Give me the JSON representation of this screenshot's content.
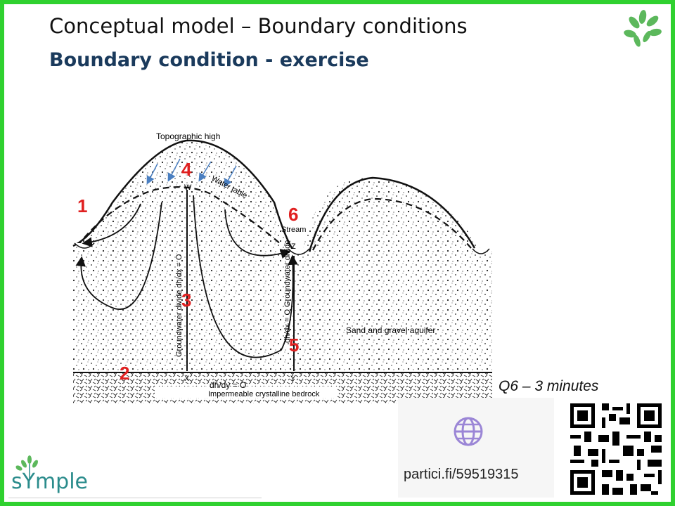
{
  "slide": {
    "title": "Conceptual model – Boundary conditions",
    "subtitle": "Boundary condition - exercise"
  },
  "figure": {
    "labels": {
      "topographic_high": "Topographic high",
      "water_table": "Water table",
      "stream": "Stream",
      "groundwater_divide_left": "Groundwater divide dh/dx = O",
      "groundwater_divide_right": "dh/dx = O Groundwater divide",
      "bottom_boundary": "dh/dy = O",
      "sand_gravel": "Sand and gravel aquifer",
      "bedrock": "Impermeable crystalline bedrock",
      "point_w": "W",
      "point_x": "X",
      "point_y": "Y",
      "point_z": "Z"
    },
    "markers": [
      "1",
      "2",
      "3",
      "4",
      "5",
      "6"
    ]
  },
  "question": {
    "label": "Q6 – 3 minutes"
  },
  "participation": {
    "url": "partici.fi/59519315"
  },
  "branding": {
    "logo_text": "sYmple"
  },
  "colors": {
    "border": "#2fd12f",
    "subtitle": "#1a3a5c",
    "marker": "#e02020",
    "arrow_blue": "#4a7fc1",
    "globe": "#9b86d6",
    "logo": "#2b8c8c"
  }
}
